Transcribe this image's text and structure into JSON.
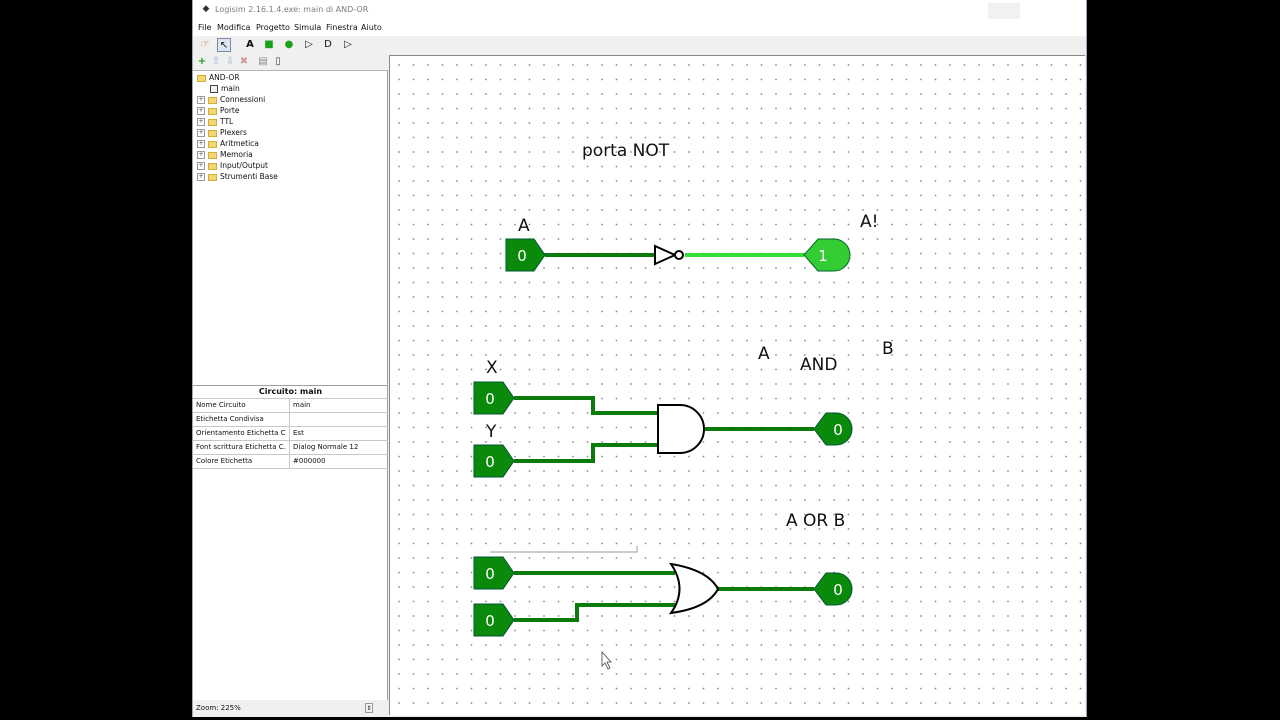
{
  "window": {
    "title": "Logisim 2.16.1.4.exe: main di AND-OR"
  },
  "menu": [
    "File",
    "Modifica",
    "Progetto",
    "Simula",
    "Finestra",
    "Aiuto"
  ],
  "toolbar": {
    "tools": [
      "poke-tool",
      "select-tool",
      "text-tool",
      "input-pin",
      "output-pin",
      "not-gate",
      "and-gate",
      "or-gate"
    ]
  },
  "explorer": {
    "project": "AND-OR",
    "circuit": "main",
    "libraries": [
      "Connessioni",
      "Porte",
      "TTL",
      "Plexers",
      "Aritmetica",
      "Memoria",
      "Input/Output",
      "Strumenti Base"
    ]
  },
  "properties": {
    "header": "Circuito: main",
    "rows": [
      {
        "key": "Nome Circuito",
        "value": "main"
      },
      {
        "key": "Etichetta Condivisa",
        "value": ""
      },
      {
        "key": "Orientamento Etichetta C...",
        "value": "Est"
      },
      {
        "key": "Font scrittura Etichetta C...",
        "value": "Dialog Normale 12"
      },
      {
        "key": "Colore Etichetta",
        "value": "#000000"
      }
    ]
  },
  "zoom": "Zoom: 225%",
  "circuit": {
    "labels": {
      "not_title": "porta NOT",
      "not_in": "A",
      "not_out": "A!",
      "and_x": "X",
      "and_y": "Y",
      "and_a": "A",
      "and_op": "AND",
      "and_b": "B",
      "or_title": "A OR  B"
    },
    "pins": {
      "not_in_value": "0",
      "not_out_value": "1",
      "and_in1_value": "0",
      "and_in2_value": "0",
      "and_out_value": "0",
      "or_in1_value": "0",
      "or_in2_value": "0",
      "or_out_value": "0"
    },
    "colors": {
      "pin_fill": "#0a8a0a",
      "wire_low": "#0a7a0a",
      "wire_high": "#33dd33",
      "output_high": "#33cc33"
    }
  }
}
